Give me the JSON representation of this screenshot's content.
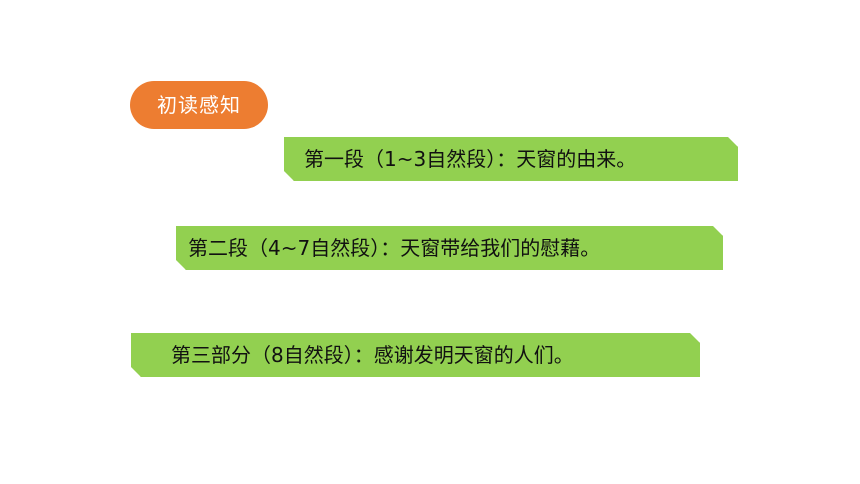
{
  "heading": {
    "label": "初读感知",
    "color": "#ed7d31"
  },
  "segments": [
    {
      "text": "第一段（1~3自然段）：天窗的由来。"
    },
    {
      "text": "第二段（4~7自然段）：天窗带给我们的慰藉。"
    },
    {
      "text": "第三部分（8自然段）：感谢发明天窗的人们。"
    }
  ],
  "segment_color": "#92d050"
}
